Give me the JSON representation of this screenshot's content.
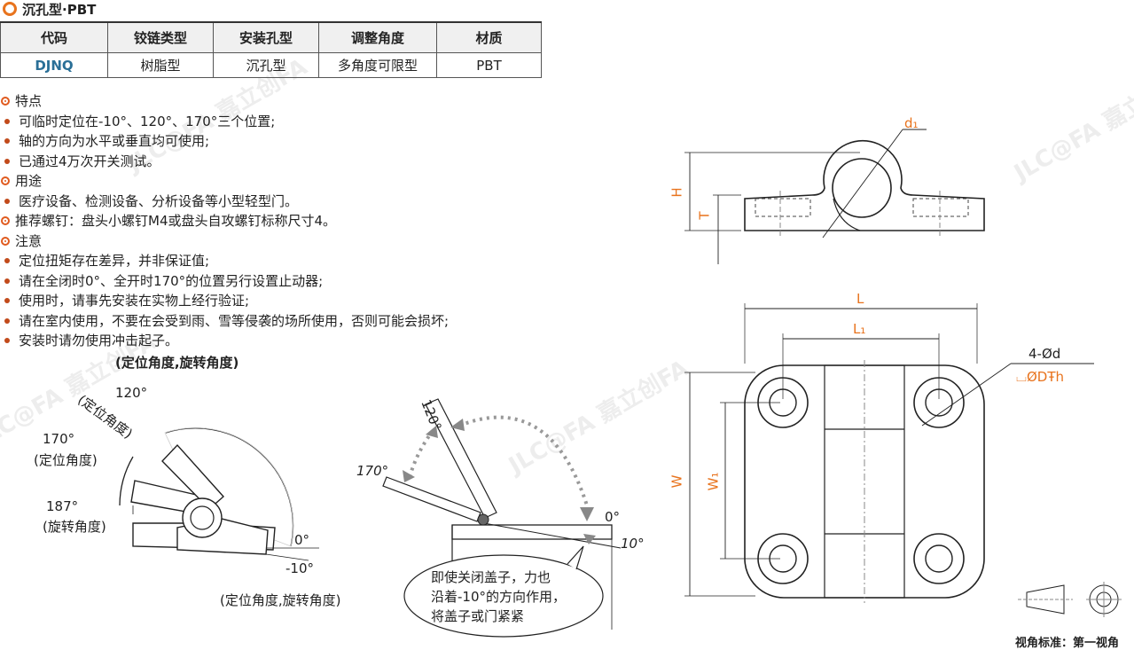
{
  "header": {
    "title": "沉孔型·PBT"
  },
  "table": {
    "headers": [
      "代码",
      "铰链类型",
      "安装孔型",
      "调整角度",
      "材质"
    ],
    "row": [
      "DJNQ",
      "树脂型",
      "沉孔型",
      "多角度可限型",
      "PBT"
    ]
  },
  "features": {
    "title": "特点",
    "items": [
      "可临时定位在-10°、120°、170°三个位置;",
      "轴的方向为水平或垂直均可使用;",
      "已通过4万次开关测试。"
    ]
  },
  "usage": {
    "title": "用途",
    "items": [
      "医疗设备、检测设备、分析设备等小型轻型门。"
    ]
  },
  "screw": {
    "text": "推荐螺钉：盘头小螺钉M4或盘头自攻螺钉标称尺寸4。"
  },
  "caution": {
    "title": "注意",
    "items": [
      "定位扭矩存在差异，并非保证值;",
      "请在全闭时0°、全开时170°的位置另行设置止动器;",
      "使用时，请事先安装在实物上经行验证;",
      "请在室内使用，不要在会受到雨、雪等侵袭的场所使用，否则可能会损坏;",
      "安装时请勿使用冲击起子。"
    ]
  },
  "diagram1": {
    "top_caption": "(定位角度,旋转角度)",
    "bottom_caption": "(定位角度,旋转角度)",
    "a120": "120°",
    "a120_note": "(定位角度)",
    "a170": "170°",
    "a170_note": "(定位角度)",
    "a187": "187°",
    "a187_note": "(旋转角度)",
    "a0": "0°",
    "am10": "-10°"
  },
  "diagram2": {
    "a120": "120°",
    "a170": "170°",
    "a0": "0°",
    "a10": "10°",
    "bubble": [
      "即使关闭盖子，力也",
      "沿着-10°的方向作用，",
      "将盖子或门紧紧"
    ]
  },
  "drawing": {
    "d1": "d₁",
    "H": "H",
    "T": "T",
    "L": "L",
    "L1": "L₁",
    "W": "W",
    "W1": "W₁",
    "hole_note": "4-Ød",
    "counterbore_note": "⌴ØDŦh",
    "projection": "视角标准：第一视角"
  },
  "watermark": "JLC@FA 嘉立创FA",
  "colors": {
    "accent": "#e8731d",
    "code": "#2a6f97",
    "line": "#222222"
  }
}
